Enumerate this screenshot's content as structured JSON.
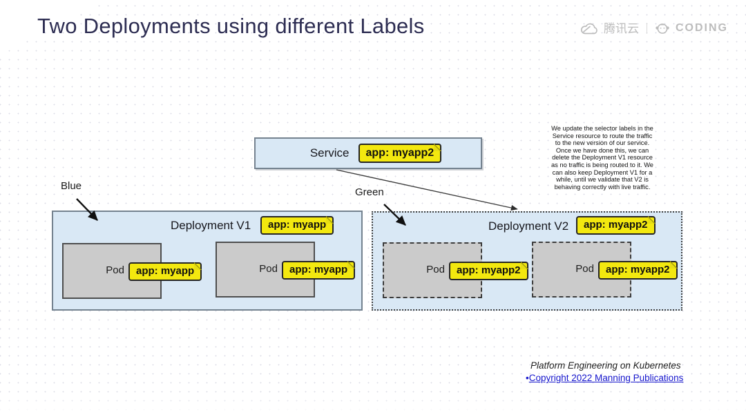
{
  "header": {
    "title": "Two Deployments using different Labels",
    "brand": {
      "tencent_label": "腾讯云",
      "coding_label": "CODING"
    }
  },
  "diagram": {
    "service": {
      "name": "Service",
      "tag": "app: myapp2"
    },
    "blue_label": "Blue",
    "green_label": "Green",
    "v1": {
      "name": "Deployment V1",
      "tag": "app: myapp",
      "pods": [
        {
          "name": "Pod",
          "tag": "app: myapp"
        },
        {
          "name": "Pod",
          "tag": "app: myapp"
        }
      ]
    },
    "v2": {
      "name": "Deployment V2",
      "tag": "app: myapp2",
      "pods": [
        {
          "name": "Pod",
          "tag": "app: myapp2"
        },
        {
          "name": "Pod",
          "tag": "app: myapp2"
        }
      ]
    },
    "note": "We update the selector labels in the Service resource to route the traffic to the new version of our service. Once we have done this, we can delete the Deployment V1 resource as no traffic is being routed to it. We can also keep Deployment V1 for a while, until we validate that V2 is behaving correctly with live traffic."
  },
  "footer": {
    "book_title": "Platform Engineering on Kubernetes",
    "bullet": "•",
    "copyright_link": "Copyright 2022 Manning Publications"
  },
  "colors": {
    "accent_yellow": "#f3e80f",
    "box_blue": "#d9e8f5",
    "pod_gray": "#cbcbcb",
    "title_navy": "#2d2d52",
    "link_blue": "#1414cc",
    "logo_gray": "#bcbcbc"
  }
}
